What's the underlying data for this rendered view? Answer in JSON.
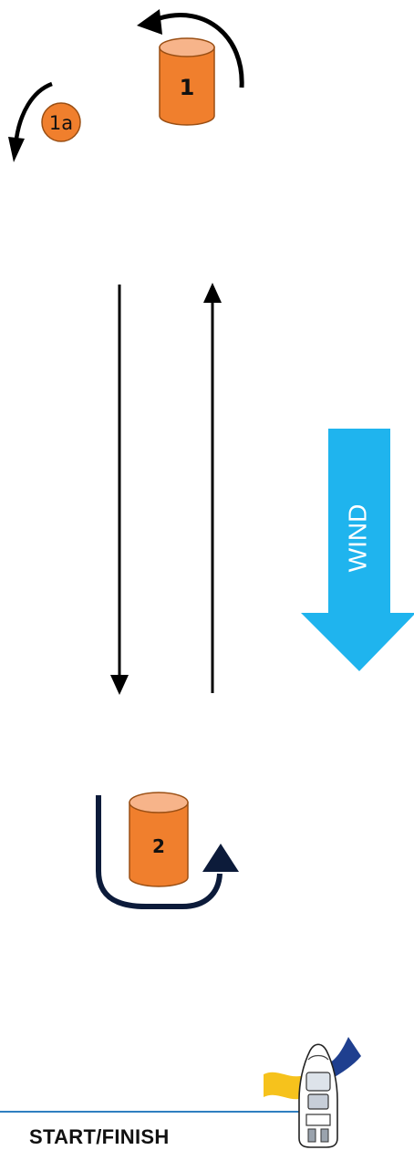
{
  "marks": {
    "mark1": {
      "label": "1"
    },
    "mark1a": {
      "label": "1a"
    },
    "mark2": {
      "label": "2"
    }
  },
  "wind": {
    "label": "WIND"
  },
  "start_finish": {
    "label": "START/FINISH"
  },
  "colors": {
    "mark_orange": "#f07f2d",
    "mark_top": "#f7b48a",
    "mark_outline": "#9a4f14",
    "wind_arrow": "#1fb4ee",
    "leg_arrow": "#000000",
    "rounding_arrow_dark": "#0c1b3a",
    "start_line": "#2f7fc0",
    "flag_yellow": "#f6c21c",
    "flag_blue": "#1f3f8f"
  },
  "icons": [
    "counterclockwise-arrow-icon",
    "mark-buoy-icon",
    "wind-arrow-icon",
    "committee-boat-icon",
    "flag-icon"
  ]
}
